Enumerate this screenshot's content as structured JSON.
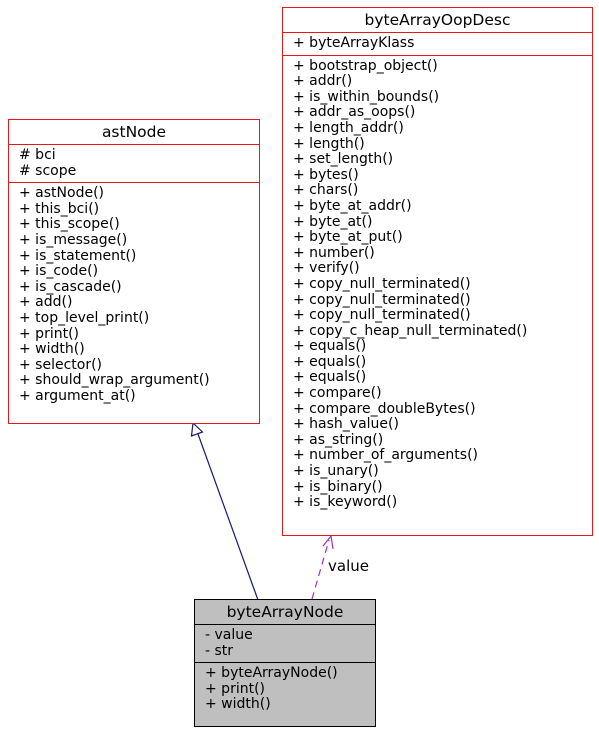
{
  "classes": {
    "astNode": {
      "name": "astNode",
      "attributes": [
        "# bci",
        "# scope"
      ],
      "methods": [
        "+ astNode()",
        "+ this_bci()",
        "+ this_scope()",
        "+ is_message()",
        "+ is_statement()",
        "+ is_code()",
        "+ is_cascade()",
        "+ add()",
        "+ top_level_print()",
        "+ print()",
        "+ width()",
        "+ selector()",
        "+ should_wrap_argument()",
        "+ argument_at()"
      ]
    },
    "byteArrayOopDesc": {
      "name": "byteArrayOopDesc",
      "attributes": [
        "+ byteArrayKlass"
      ],
      "methods": [
        "+ bootstrap_object()",
        "+ addr()",
        "+ is_within_bounds()",
        "+ addr_as_oops()",
        "+ length_addr()",
        "+ length()",
        "+ set_length()",
        "+ bytes()",
        "+ chars()",
        "+ byte_at_addr()",
        "+ byte_at()",
        "+ byte_at_put()",
        "+ number()",
        "+ verify()",
        "+ copy_null_terminated()",
        "+ copy_null_terminated()",
        "+ copy_null_terminated()",
        "+ copy_c_heap_null_terminated()",
        "+ equals()",
        "+ equals()",
        "+ equals()",
        "+ compare()",
        "+ compare_doubleBytes()",
        "+ hash_value()",
        "+ as_string()",
        "+ number_of_arguments()",
        "+ is_unary()",
        "+ is_binary()",
        "+ is_keyword()"
      ]
    },
    "byteArrayNode": {
      "name": "byteArrayNode",
      "attributes": [
        "- value",
        "- str"
      ],
      "methods": [
        "+ byteArrayNode()",
        "+ print()",
        "+ width()"
      ]
    }
  },
  "edges": {
    "value_label": "value"
  },
  "colors": {
    "class_border": "#e21a1a",
    "inheritance_edge": "#191970",
    "usage_edge": "#9a32cd",
    "focus_fill": "#bfbfbf"
  }
}
